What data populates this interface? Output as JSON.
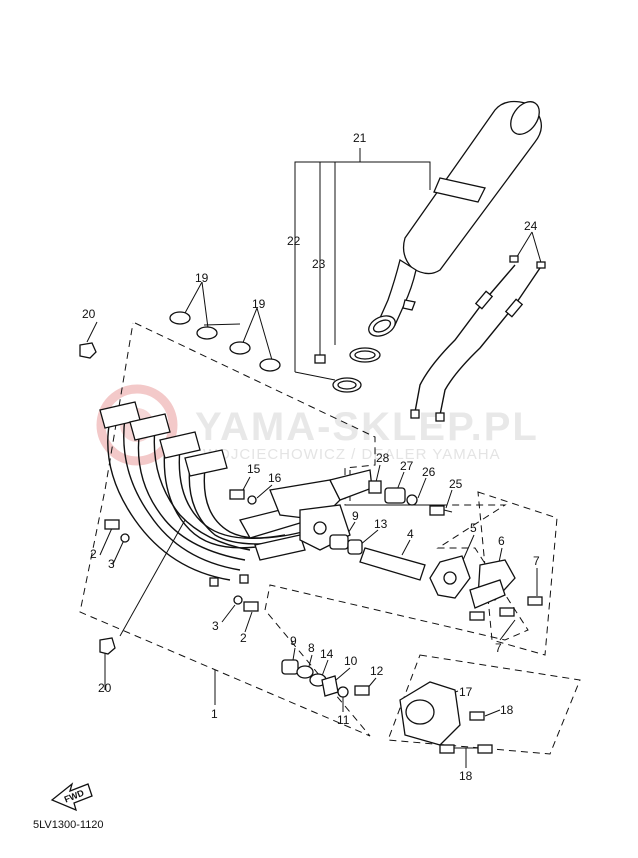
{
  "watermark": {
    "brand": "YAMA-SKLEP.PL",
    "sub": "WOJCIECHOWICZ / DEALER YAMAHA",
    "logo_color": "#f3c9c9"
  },
  "diagram_code": "5LV1300-1120",
  "fwd_label": "FWD",
  "callouts": [
    {
      "id": "c21",
      "text": "21"
    },
    {
      "id": "c22",
      "text": "22"
    },
    {
      "id": "c23",
      "text": "23"
    },
    {
      "id": "c24",
      "text": "24"
    },
    {
      "id": "c19a",
      "text": "19"
    },
    {
      "id": "c19b",
      "text": "19"
    },
    {
      "id": "c20a",
      "text": "20"
    },
    {
      "id": "c20b",
      "text": "20"
    },
    {
      "id": "c15",
      "text": "15"
    },
    {
      "id": "c16",
      "text": "16"
    },
    {
      "id": "c28",
      "text": "28"
    },
    {
      "id": "c27",
      "text": "27"
    },
    {
      "id": "c26",
      "text": "26"
    },
    {
      "id": "c25",
      "text": "25"
    },
    {
      "id": "c9a",
      "text": "9"
    },
    {
      "id": "c13",
      "text": "13"
    },
    {
      "id": "c4",
      "text": "4"
    },
    {
      "id": "c5",
      "text": "5"
    },
    {
      "id": "c6",
      "text": "6"
    },
    {
      "id": "c7a",
      "text": "7"
    },
    {
      "id": "c7b",
      "text": "7"
    },
    {
      "id": "c2a",
      "text": "2"
    },
    {
      "id": "c3a",
      "text": "3"
    },
    {
      "id": "c3b",
      "text": "3"
    },
    {
      "id": "c2b",
      "text": "2"
    },
    {
      "id": "c9b",
      "text": "9"
    },
    {
      "id": "c8",
      "text": "8"
    },
    {
      "id": "c14",
      "text": "14"
    },
    {
      "id": "c10",
      "text": "10"
    },
    {
      "id": "c12",
      "text": "12"
    },
    {
      "id": "c11",
      "text": "11"
    },
    {
      "id": "c1",
      "text": "1"
    },
    {
      "id": "c17",
      "text": "17"
    },
    {
      "id": "c18a",
      "text": "18"
    },
    {
      "id": "c18b",
      "text": "18"
    }
  ]
}
